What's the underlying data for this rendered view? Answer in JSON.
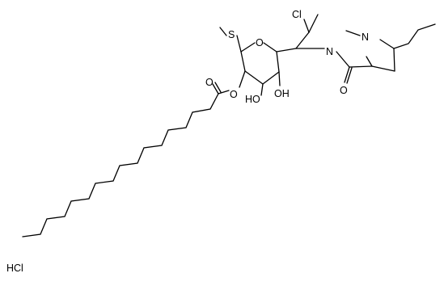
{
  "structure": {
    "labels": {
      "cl": "Cl",
      "n_amide": "N",
      "n_ring": "N",
      "o_ring": "O",
      "s": "S",
      "o_ester": "O",
      "o_carbonyl_ester": "O",
      "o_amide": "O",
      "oh_left": "HO",
      "oh_right": "OH"
    },
    "salt": "HCl"
  }
}
